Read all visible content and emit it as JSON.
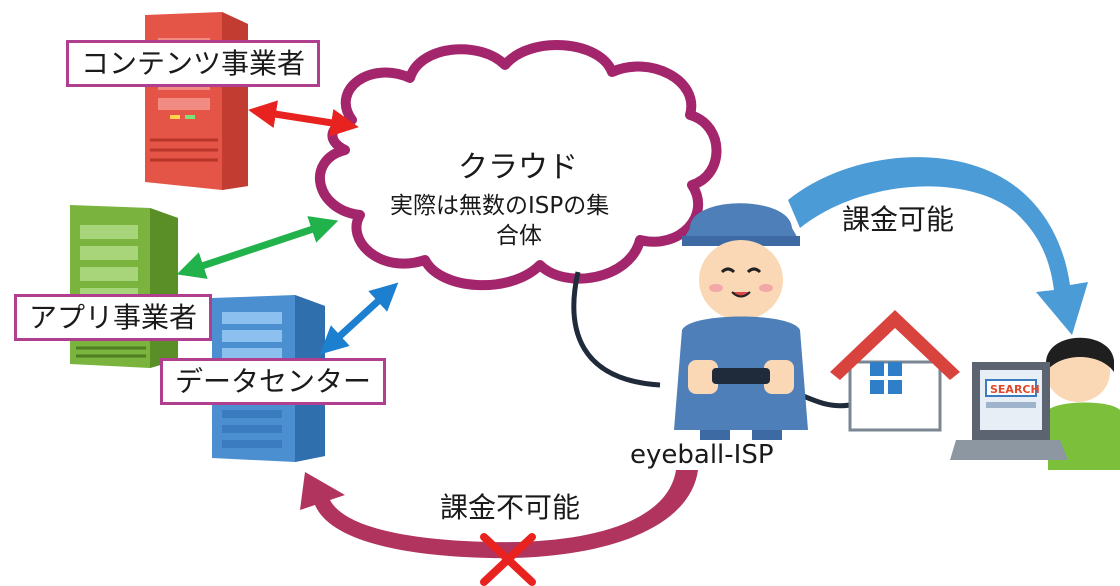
{
  "labels": {
    "content_provider": "コンテンツ事業者",
    "app_provider": "アプリ事業者",
    "data_center": "データセンター",
    "cloud_title": "クラウド",
    "cloud_desc_line1": "実際は無数のISPの集",
    "cloud_desc_line2": "合体",
    "eyeball_isp": "eyeball-ISP",
    "billable": "課金可能",
    "not_billable": "課金不可能",
    "search_button": "SEARCH"
  },
  "colors": {
    "label_border": "#b03f8f",
    "cloud_border": "#a3266d",
    "arrow_red": "#e8231f",
    "arrow_green": "#22b24c",
    "arrow_blue": "#1d7fd0",
    "arrow_billable": "#4a9bd6",
    "arrow_not_billable": "#b0345e",
    "cross": "#e8231f",
    "server_red": "#e45548",
    "server_green": "#7ab33e",
    "server_blue": "#4c8fd0",
    "worker_uniform": "#4f7fb8",
    "house_roof": "#d9433e"
  },
  "icons": [
    "server-red-icon",
    "server-green-icon",
    "server-blue-icon",
    "cloud-icon",
    "isp-worker-icon",
    "house-icon",
    "user-laptop-icon",
    "cross-icon"
  ]
}
